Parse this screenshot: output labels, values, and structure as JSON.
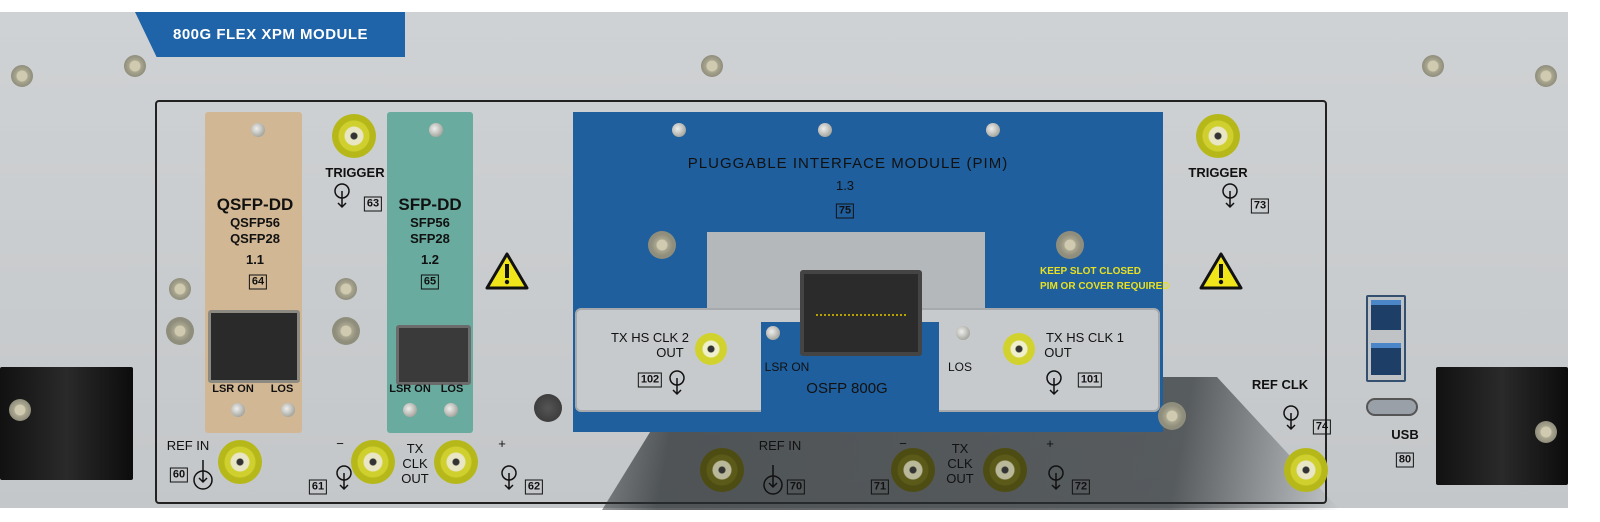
{
  "module_title": "800G FLEX XPM MODULE",
  "qsfp": {
    "title": "QSFP-DD",
    "line1": "QSFP56",
    "line2": "QSFP28",
    "slot": "1.1",
    "number": "64",
    "lsr_on": "LSR ON",
    "los": "LOS"
  },
  "sfp": {
    "title": "SFP-DD",
    "line1": "SFP56",
    "line2": "SFP28",
    "slot": "1.2",
    "number": "65",
    "lsr_on": "LSR ON",
    "los": "LOS"
  },
  "trigger_left": {
    "label": "TRIGGER",
    "number": "63"
  },
  "trigger_right": {
    "label": "TRIGGER",
    "number": "73"
  },
  "pim": {
    "title": "PLUGGABLE INTERFACE MODULE (PIM)",
    "slot": "1.3",
    "number": "75",
    "warning_line1": "KEEP SLOT CLOSED",
    "warning_line2": "PIM OR COVER REQUIRED",
    "port_label": "OSFP 800G",
    "lsr_on": "LSR ON",
    "los": "LOS",
    "clk2": {
      "line1": "TX HS CLK 2",
      "line2": "OUT",
      "number": "102"
    },
    "clk1": {
      "line1": "TX HS CLK 1",
      "line2": "OUT",
      "number": "101"
    }
  },
  "bottom_left": {
    "ref_in": "REF IN",
    "ref_in_number": "60",
    "minus": "−",
    "plus": "+",
    "tx_clk_out": [
      "TX",
      "CLK",
      "OUT"
    ],
    "minus_number": "61",
    "plus_number": "62"
  },
  "bottom_mid": {
    "ref_in": "REF IN",
    "ref_in_number": "70",
    "minus": "−",
    "plus": "+",
    "tx_clk_out": [
      "TX",
      "CLK",
      "OUT"
    ],
    "minus_number": "71",
    "plus_number": "72"
  },
  "ref_clk": {
    "label": "REF CLK",
    "number": "74"
  },
  "usb": {
    "label": "USB",
    "number": "80"
  },
  "colors": {
    "brand_blue": "#1f5f9e",
    "qsfp": "#d2b794",
    "sfp": "#69ab9f",
    "connector": "#cfcf2e"
  },
  "icons": [
    "warning-icon",
    "ground-icon",
    "sma-connector",
    "screw",
    "usb-a-port",
    "usb-c-port",
    "handle"
  ]
}
